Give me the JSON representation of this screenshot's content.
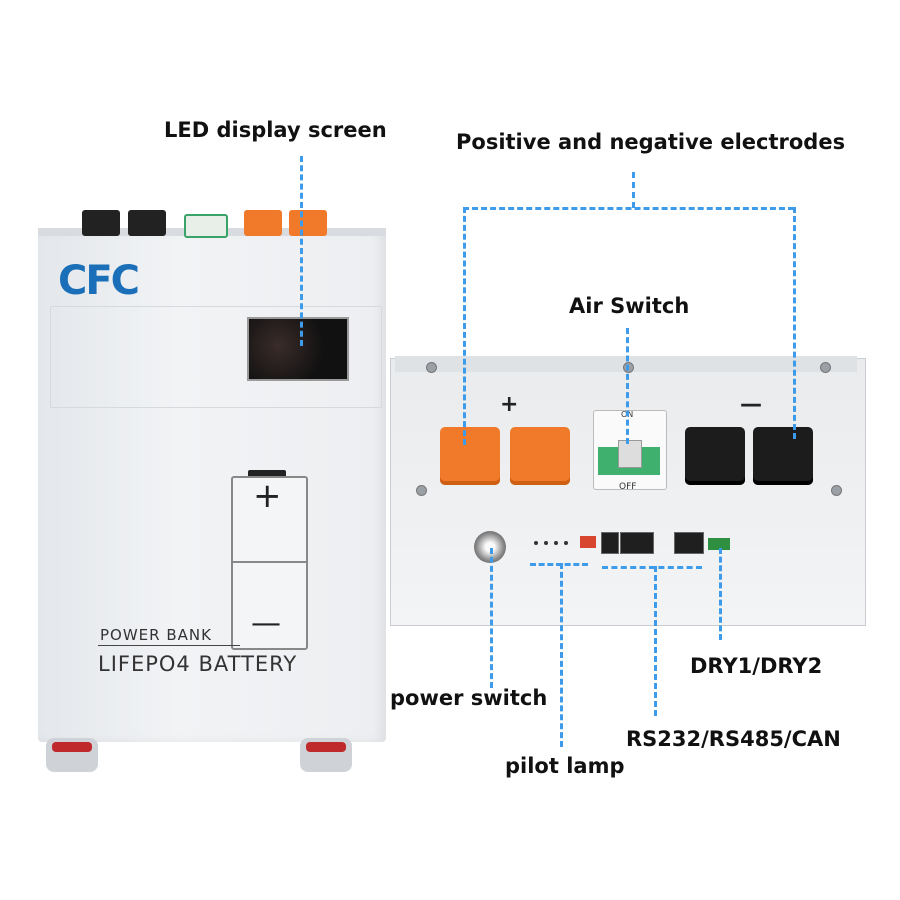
{
  "labels": {
    "led_display": "LED display screen",
    "electrodes": "Positive and negative electrodes",
    "air_switch": "Air Switch",
    "dry": "DRY1/DRY2",
    "power_switch": "power switch",
    "comm": "RS232/RS485/CAN",
    "pilot_lamp": "pilot lamp"
  },
  "battery": {
    "logo": "CFC",
    "power_bank": "POWER BANK",
    "model": "LIFEPO4 BATTERY",
    "plus": "+",
    "minus": "—"
  },
  "panel": {
    "plus": "+",
    "minus": "—",
    "switch_on": "ON",
    "switch_off": "OFF"
  },
  "colors": {
    "callout": "#3d9be9",
    "terminal_positive": "#f07a2a",
    "terminal_negative": "#1c1c1c",
    "logo": "#1b6fb8"
  }
}
